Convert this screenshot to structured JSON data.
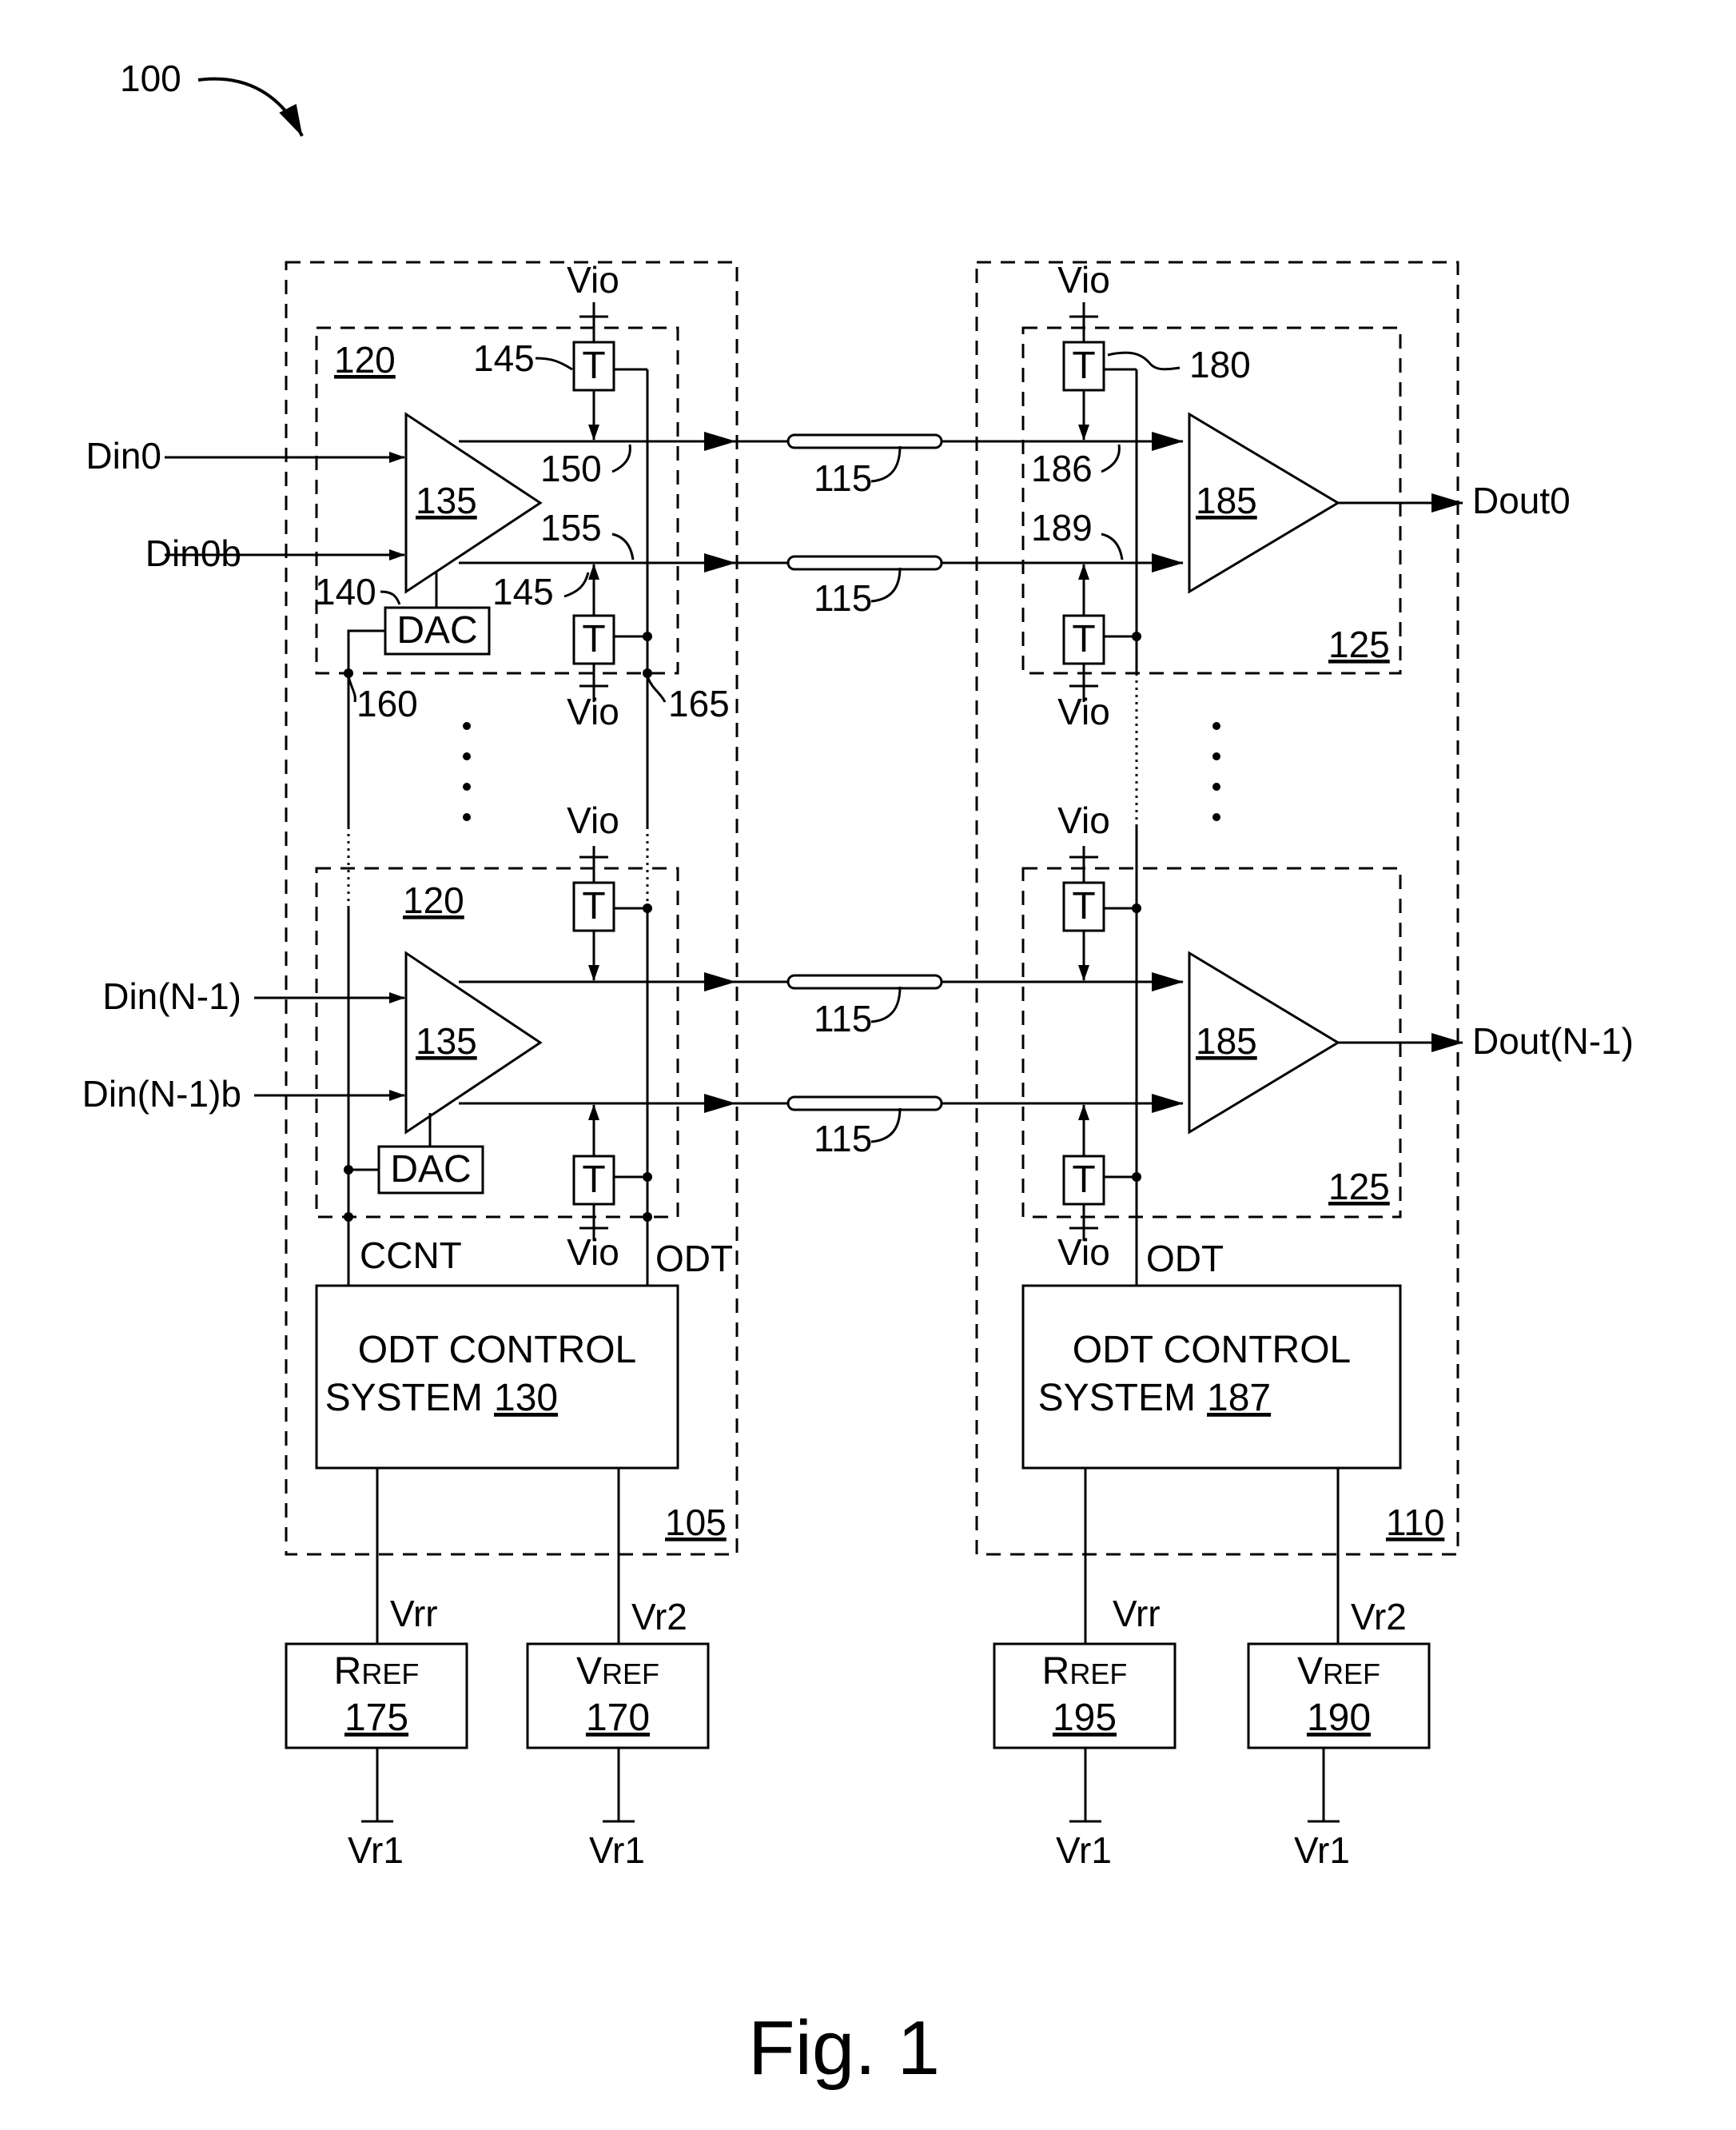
{
  "figure": {
    "ref_number": "100",
    "caption": "Fig. 1"
  },
  "transmitter": {
    "device_id": "105",
    "lane_id": "120",
    "driver_id": "135",
    "dac_label": "DAC",
    "dac_ref": "140",
    "termination_label": "T",
    "termination_ref": "145",
    "node_150": "150",
    "node_155": "155",
    "ccnt_ref": "160",
    "odt_ref": "165",
    "ccnt_label": "CCNT",
    "odt_label": "ODT",
    "supply_label": "Vio",
    "inputs": [
      "Din0",
      "Din0b",
      "Din(N-1)",
      "Din(N-1)b"
    ],
    "control": {
      "line1": "ODT CONTROL",
      "line2": "SYSTEM",
      "ref": "130"
    }
  },
  "channel": {
    "link_ref": "115"
  },
  "receiver": {
    "device_id": "110",
    "lane_id": "125",
    "receiver_id": "185",
    "termination_label": "T",
    "termination_ref": "180",
    "node_186": "186",
    "node_189": "189",
    "odt_label": "ODT",
    "supply_label": "Vio",
    "outputs": [
      "Dout0",
      "Dout(N-1)"
    ],
    "control": {
      "line1": "ODT CONTROL",
      "line2": "SYSTEM",
      "ref": "187"
    }
  },
  "references": {
    "vrr_label": "Vrr",
    "vr2_label": "Vr2",
    "vr1_label": "Vr1",
    "rref": {
      "name_first": "R",
      "name_rest": "REF",
      "left_ref": "175",
      "right_ref": "195"
    },
    "vref": {
      "name_first": "V",
      "name_rest": "REF",
      "left_ref": "170",
      "right_ref": "190"
    }
  }
}
